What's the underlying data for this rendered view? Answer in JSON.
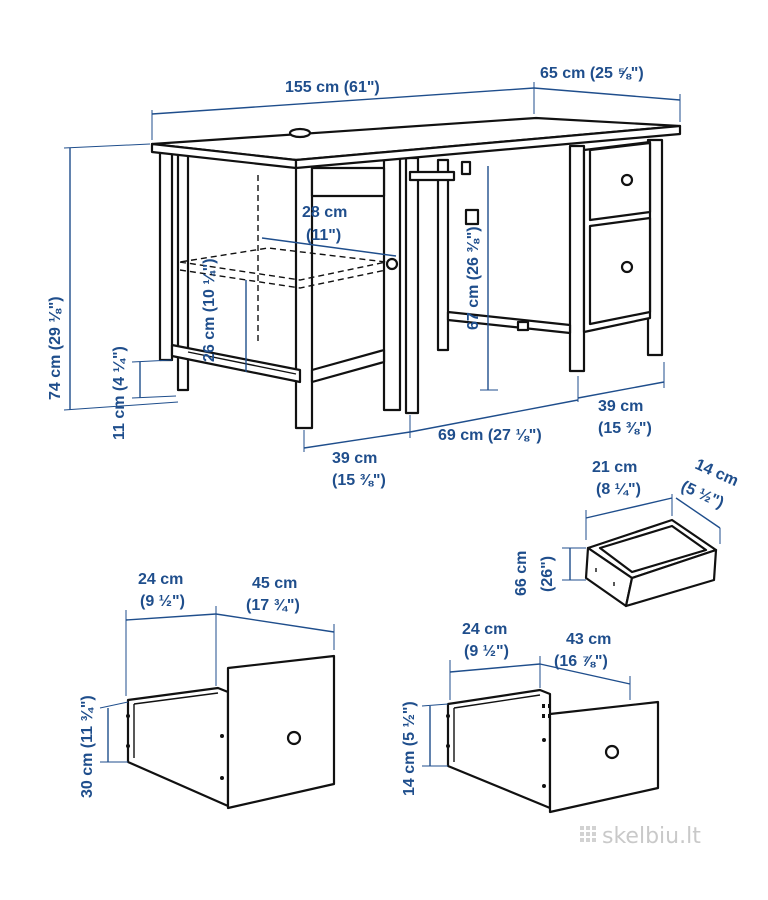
{
  "dimensions": {
    "desk_width": "155 cm (61\")",
    "desk_depth": "65 cm (25 ⅝\")",
    "desk_height": "74 cm (29 ⅛\")",
    "foot_height": "11 cm (4 ¼\")",
    "shelf_depth_cm": "28 cm",
    "shelf_depth_in": "(11\")",
    "shelf_clearance": "26 cm (10 ¼\")",
    "knee_height": "67 cm (26 ⅜\")",
    "left_section_cm": "39 cm",
    "left_section_in": "(15 ⅜\")",
    "middle_section": "69 cm (27 ⅛\")",
    "right_section_cm": "39 cm",
    "right_section_in": "(15 ⅜\")",
    "small_drawer_width_cm": "21 cm",
    "small_drawer_width_in": "(8 ¼\")",
    "small_drawer_depth_cm": "14 cm",
    "small_drawer_depth_in": "(5 ½\")",
    "small_drawer_height_cm": "66 cm",
    "small_drawer_height_in": "(26\")",
    "large_drawer_width_cm": "24 cm",
    "large_drawer_width_in": "(9 ½\")",
    "large_drawer_depth_cm": "45 cm",
    "large_drawer_depth_in": "(17 ¾\")",
    "large_drawer_height": "30 cm (11 ¾\")",
    "medium_drawer_width_cm": "24 cm",
    "medium_drawer_width_in": "(9 ½\")",
    "medium_drawer_depth_cm": "43 cm",
    "medium_drawer_depth_in": "(16 ⅞\")",
    "medium_drawer_height": "14 cm (5 ½\")"
  },
  "watermark": "skelbiu.lt",
  "colors": {
    "dimension": "#1f4e8c",
    "line": "#111111",
    "watermark": "#c9c9c9"
  }
}
